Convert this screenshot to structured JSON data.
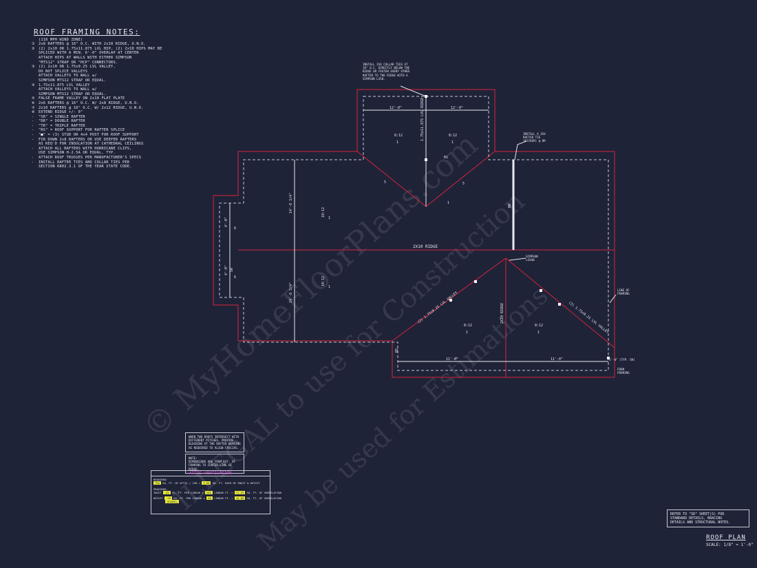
{
  "notes": {
    "title": "ROOF FRAMING NOTES:",
    "items": [
      {
        "num": "",
        "text": "(110 MPH WIND ZONE)"
      },
      {
        "num": "①",
        "text": "2x8 RAFTERS @ 16\" O.C. WITH 2x10 RIDGE, U.N.O."
      },
      {
        "num": "②",
        "text": "(2) 2x10 OR 1.75x11.875 LVL HIP, (2) 2x10 HIPS MAY BE\nSPLICED WITH A MIN. 6'-0\" OVERLAP AT CENTER\nATTACH HIPS AT WALLS WITH EITHER SIMPSON\n\"MTS12\" STRAP OR \"HCP\" CONNECTORS."
      },
      {
        "num": "③",
        "text": "(2) 2x10 OR 1.75x9.25 LVL VALLEY,\nDO NOT SPLICE VALLEYS\nATTACH VALLEYS TO WALL w/\nSIMPSON MTS12 STRAP OR EQUAL."
      },
      {
        "num": "④",
        "text": "1.75x11.875 LVL VALLEY\nATTACH VALLEYS TO WALL w/\nSIMPSON MTS12 STRAP OR EQUAL."
      },
      {
        "num": "⑤",
        "text": "FALSE FRAME VALLEY ON 2x10 FLAT PLATE"
      },
      {
        "num": "⑥",
        "text": "2x6 RAFTERS @ 16\" O.C. W/ 2x8 RIDGE, U.N.O."
      },
      {
        "num": "⑦",
        "text": "2x10 RAFTERS @ 16\" O.C. W/ 2x12 RIDGE, U.N.O."
      },
      {
        "num": "⑧",
        "text": "EXTEND RIDGE +/- 0\""
      },
      {
        "num": "-",
        "text": "\"SR\" = SINGLE RAFTER"
      },
      {
        "num": "-",
        "text": "\"DR\" = DOUBLE RAFTER"
      },
      {
        "num": "-",
        "text": "\"TR\" = TRIPLE RAFTER"
      },
      {
        "num": "-",
        "text": "\"RS\" = ROOF SUPPORT FOR RAFTER SPLICE"
      },
      {
        "num": "-",
        "text": "\"■\" = (3) STUD OR 4x4 POST FOR ROOF SUPPORT"
      },
      {
        "num": "-",
        "text": "FIR DOWN 2x8 RAFTERS OR USE DEEPER RAFTERS\nAS REQ'D FOR INSULATION AT CATHEDRAL CEILINGS"
      },
      {
        "num": "-",
        "text": "ATTACH ALL RAFTERS WITH HURRICANE CLIPS,\nUSE SIMPSON H-2.5A OR EQUAL, TYP."
      },
      {
        "num": "-",
        "text": "ATTACH ROOF TRUSSES PER MANUFACTURER'S SPECS"
      },
      {
        "num": "-",
        "text": "INSTALL RAFTER TIES AND COLLAR TIES PER\nSECTION R802.3.1 OF THE YEAR STATE CODE."
      }
    ]
  },
  "watermark": {
    "line1": "© MyHomeFloorPlans.com",
    "line2": "ILLEGAL to use for Construction",
    "line3": "May be used for Estimations"
  },
  "plan": {
    "callout_collar": "INSTALL 2X4 COLLAR TIES AT\n16\" O.C. DIRECTLY BELOW THE\nRIDGE OR FASTEN EVERY OTHER\nRAFTER TO THE RIDGE WITH A\nSIMPSON LS50.",
    "callout_rafter_tie": "INSTALL A 2X4\nRAFTER TIE\n(KICKER) @ DR",
    "callout_simpson": "SIMPSON\nLSSU0",
    "callout_line_framing": "LINE OF\nFRAMING",
    "callout_from_framing": "FROM\nFRAMING",
    "overhang": "1'-0\" (TYP. OH)",
    "dim_12a": "12'-0\"",
    "dim_12b": "12'-0\"",
    "dim_11a": "11'-0\"",
    "dim_11b": "11'-0\"",
    "dim_14a": "14'-8 3/4\"",
    "dim_14b": "14'-8 3/4\"",
    "dim_4a": "4'-0\"",
    "dim_4b": "4'-0\"",
    "ridge_main": "2X10 RIDGE",
    "ridge_right": "2X10 RIDGE",
    "ridge_top": "1.75x11.875 LVL\nRIDGE",
    "valley_left": "(2) 1.75x9.25 LVL\nVALLEY",
    "valley_right": "(2) 1.75x9.25 LVL\nVALLEY",
    "pitch_8": "8:12",
    "pitch_10": "10:12",
    "rs": "RS",
    "dr": "DR",
    "sr": "SR",
    "tag1": "1",
    "tag5": "5",
    "tag6": "6"
  },
  "note_boxes": {
    "two_roofs": "WHEN TWO ROOFS INTERSECT WITH\nDIFFERENT PITCHES, PROVIDE\nBLOCKING AT THE RAFTER BEARING\nAS REQUIRED TO ALIGN FASCIAS.",
    "dimensions": "NOTE:\nDIMENSIONS ARE FROM EXT. OF\nFRAMING TO CENTER LINE OF RIDGE.",
    "refer": "REFER TO \"SD\" SHEET(S) FOR\nSTANDARD DETAILS, BRACING\nDETAILS AND STRUCTURAL NOTES."
  },
  "attic": {
    "title": "ATTIC VENTILATION",
    "required_label": "REQUIRED:",
    "req_value": "750",
    "req_text1": "SQ. FT. OF ATTIC / 150 =",
    "req_value2": "5.00",
    "req_text2": "SQ. FT. EACH OF INLET & OUTLET",
    "provided_label": "PROVIDED:",
    "inlet_label": "INLET",
    "inlet_value": ".25",
    "inlet_text": "SQ. FT. PER LINEAR x",
    "inlet_lin": "285",
    "inlet_text2": "LINEAR FT. =",
    "inlet_total": "71.25",
    "inlet_text3": "SQ. FT. OF VENTILATION",
    "outlet_label": "OUTLET",
    "outlet_value": ".18",
    "outlet_ridge": "(RIDGE)",
    "outlet_text": "SQ. FT. PER LINEAR x",
    "outlet_lin": "60",
    "outlet_text2": "LINEAR FT. =",
    "outlet_total": "10.80",
    "outlet_text3": "SQ. FT. OF VENTILATION"
  },
  "footer": {
    "title": "ROOF PLAN",
    "scale": "SCALE: 1/8\" = 1'-0\""
  },
  "colors": {
    "background": "#1f2338",
    "line": "#e8e8ee",
    "roof_edge": "#d4243a",
    "highlight": "#e8e83a",
    "magenta": "#e04adf"
  }
}
